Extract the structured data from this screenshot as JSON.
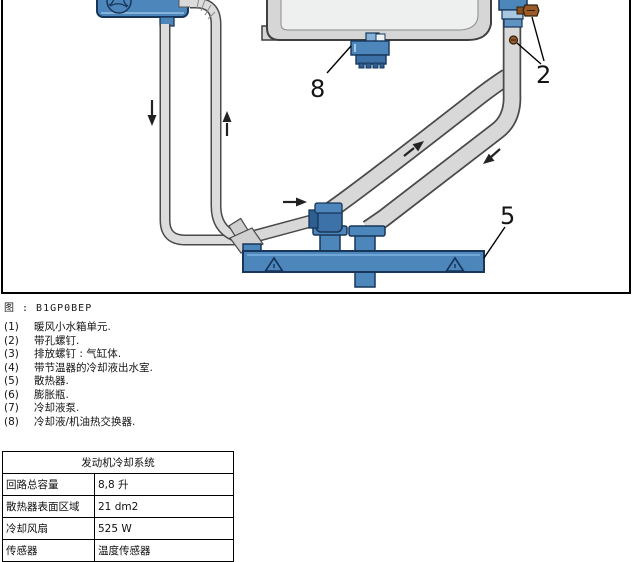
{
  "figure": {
    "caption": "图 : B1GP0BEP",
    "callouts": {
      "heat_exchanger": "8",
      "screws": "2",
      "radiator": "5"
    }
  },
  "legend": {
    "items": [
      {
        "num": "(1)",
        "text": "暖风小水箱单元."
      },
      {
        "num": "(2)",
        "text": "带孔螺钉."
      },
      {
        "num": "(3)",
        "text": "排放螺钉 : 气缸体."
      },
      {
        "num": "(4)",
        "text": "带节温器的冷却液出水室."
      },
      {
        "num": "(5)",
        "text": "散热器."
      },
      {
        "num": "(6)",
        "text": "膨胀瓶."
      },
      {
        "num": "(7)",
        "text": "冷却液泵."
      },
      {
        "num": "(8)",
        "text": "冷却液/机油热交换器."
      }
    ]
  },
  "table": {
    "title": "发动机冷却系统",
    "rows": [
      {
        "label": "回路总容量",
        "value": "8,8 升"
      },
      {
        "label": "散热器表面区域",
        "value": "21 dm2"
      },
      {
        "label": "冷却风扇",
        "value": "525 W"
      },
      {
        "label": "传感器",
        "value": "温度传感器"
      }
    ]
  },
  "colors": {
    "component_blue": "#4c86ba",
    "component_blue_dark": "#3c72a8",
    "outline_navy": "#17365a",
    "hose_gray": "#d8d8d8",
    "engine_gray": "#d6d6d6",
    "screw_brown": "#9c5a28"
  }
}
